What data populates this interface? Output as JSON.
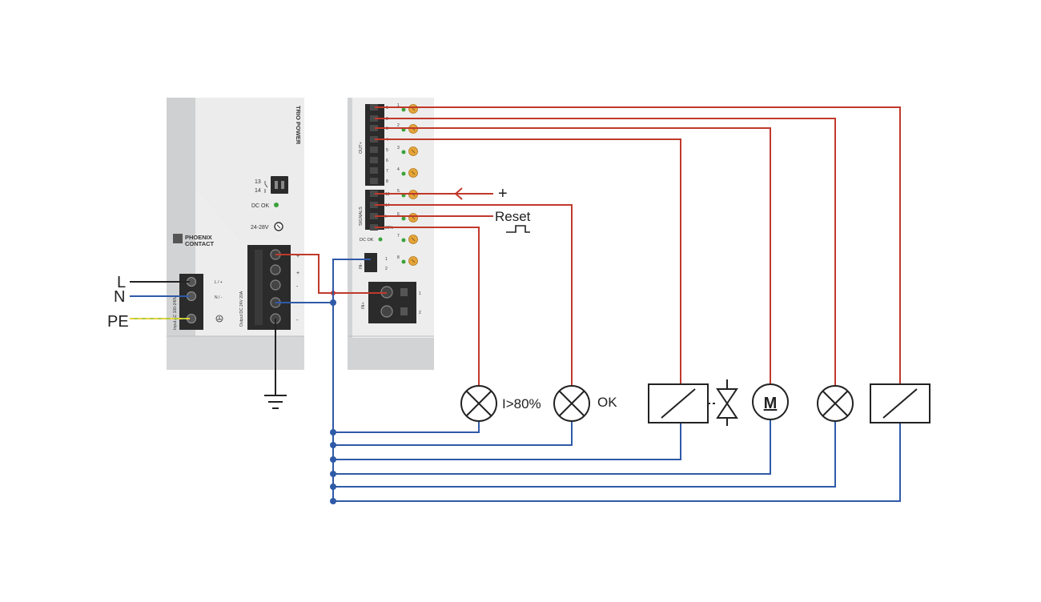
{
  "power_supply": {
    "brand_line1": "PHOENIX",
    "brand_line2": "CONTACT",
    "product": "TRIO POWER",
    "relay_13": "13",
    "relay_14": "14",
    "dc_ok": "DC OK",
    "voltage_adjust": "24-28V",
    "input_label": "Input AC 100-240V",
    "terminal_l": "L / +",
    "terminal_n": "N / -",
    "output_label": "Output DC 24V 20A",
    "plus": "+",
    "minus": "-"
  },
  "module": {
    "out_label": "OUT+",
    "signals_label": "SIGNALS",
    "dc_ok": "DC OK",
    "in_minus": "IN-",
    "in_plus": "IN+",
    "out_numbers": [
      "1",
      "2",
      "3",
      "4",
      "5",
      "6",
      "7",
      "8"
    ],
    "knob_numbers": [
      "1",
      "2",
      "3",
      "4",
      "5",
      "6",
      "7",
      "8"
    ],
    "signal_pins": [
      "13",
      "14",
      "I>",
      "80%"
    ],
    "in_minus_pins": [
      "1",
      "2"
    ],
    "in_plus_pins": [
      "1",
      "2"
    ]
  },
  "labels": {
    "L": "L",
    "N": "N",
    "PE": "PE",
    "plus": "+",
    "reset": "Reset",
    "i80": "I>80%",
    "ok": "OK",
    "motor": "M"
  },
  "colors": {
    "positive": "#c0392b",
    "negative": "#2f5aa8",
    "pe_green": "#b5c93a",
    "pe_yellow": "#e8d23a",
    "device_light": "#eeeeee",
    "device_dark": "#d2d3d4"
  }
}
